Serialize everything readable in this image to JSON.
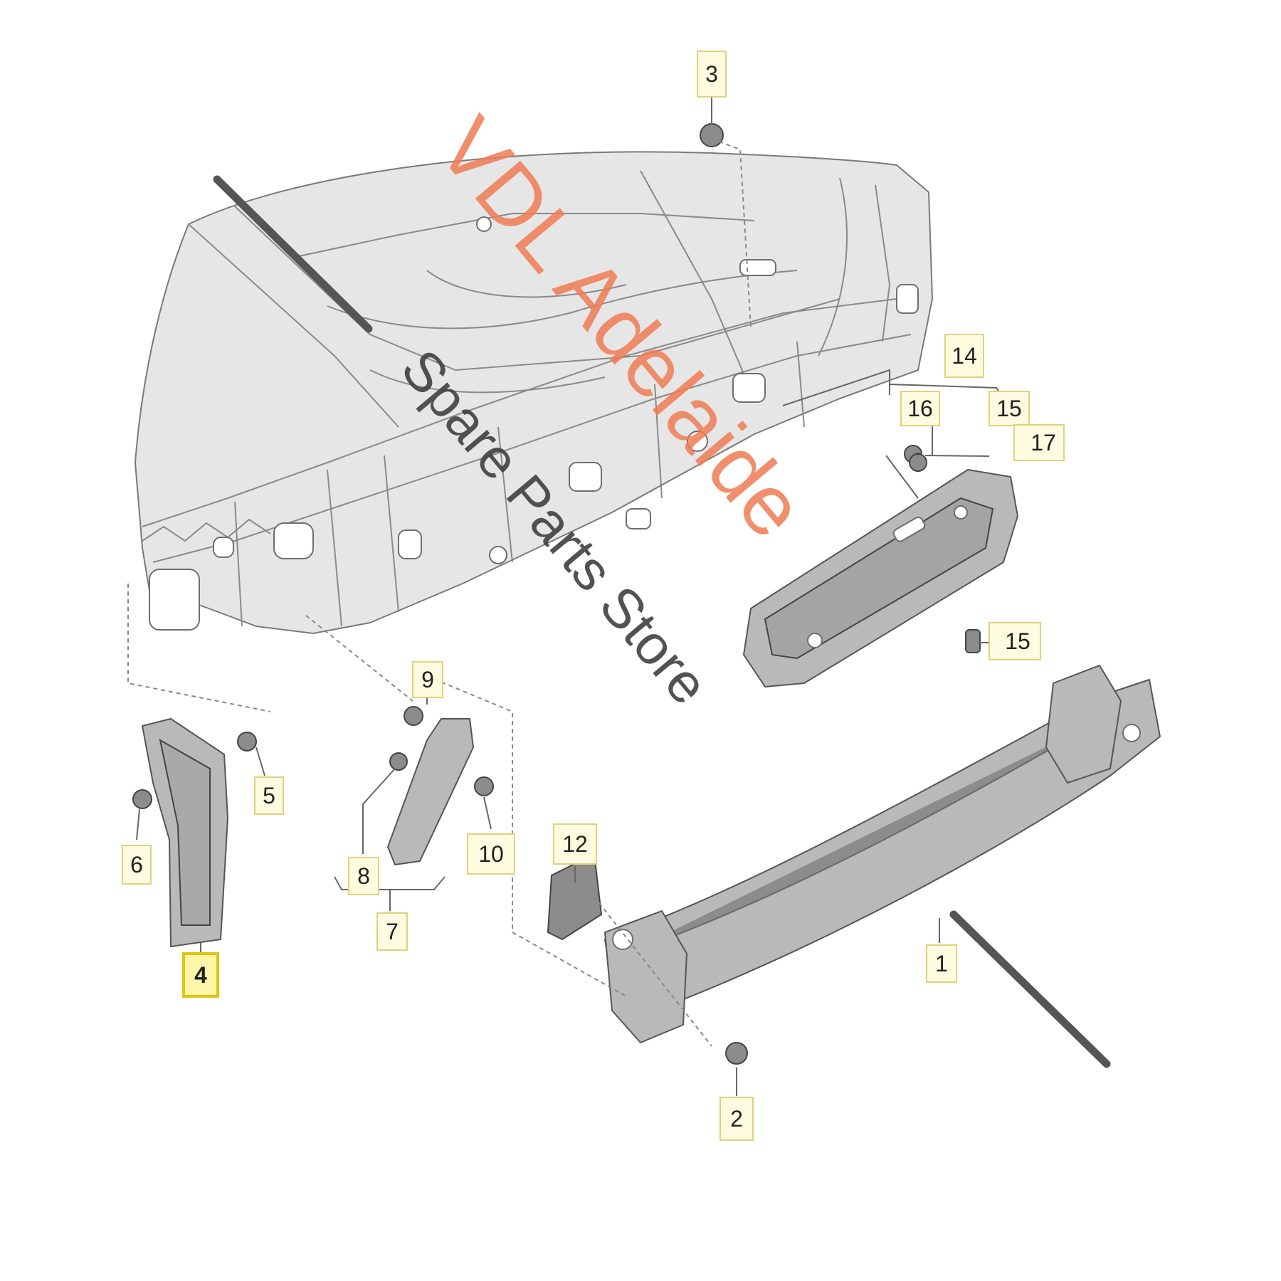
{
  "diagram": {
    "callouts": [
      {
        "id": "3",
        "label": "3"
      },
      {
        "id": "14",
        "label": "14"
      },
      {
        "id": "16",
        "label": "16"
      },
      {
        "id": "15a",
        "label": "15"
      },
      {
        "id": "17",
        "label": "17"
      },
      {
        "id": "15b",
        "label": "15"
      },
      {
        "id": "9",
        "label": "9"
      },
      {
        "id": "5",
        "label": "5"
      },
      {
        "id": "6",
        "label": "6"
      },
      {
        "id": "10",
        "label": "10"
      },
      {
        "id": "8",
        "label": "8"
      },
      {
        "id": "7",
        "label": "7"
      },
      {
        "id": "12",
        "label": "12"
      },
      {
        "id": "4",
        "label": "4",
        "highlight": true
      },
      {
        "id": "1",
        "label": "1"
      },
      {
        "id": "2",
        "label": "2"
      }
    ],
    "highlight_color": "#e0c414",
    "callout_fill": "#fffbe0"
  },
  "watermark": {
    "brand": "VDL Adelaide",
    "store": "Spare Parts Store",
    "brand_color": "#ef7a52",
    "store_color": "#3f3f3f"
  }
}
